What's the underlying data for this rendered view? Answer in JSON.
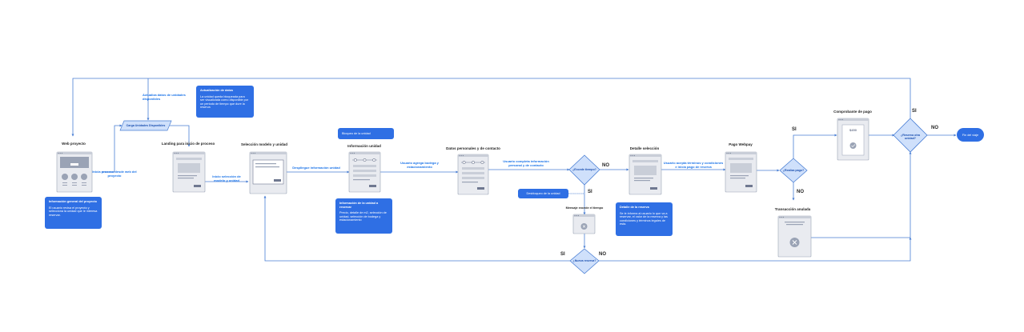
{
  "screens": {
    "web": "Web proyecto",
    "landing": "Landing para inicio de proceso",
    "seleccion": "Selección modelo y unidad",
    "info": "Información unidad",
    "datos": "Datos personales y de contacto",
    "detalle": "Detalle selección",
    "pago": "Pago Webpay",
    "comprobante": "Comprobante de pago",
    "transaccion": "Transacción anulada",
    "mensaje": "Mensaje excede el tiempo"
  },
  "notes": {
    "actualizacion": {
      "title": "Actualización de datos",
      "body": "La unidad queda bloqueada para ser visualizada como disponible por un periodo de tiempo que dure la reserva"
    },
    "info_general": {
      "title": "Información general del proyecto",
      "body": "El usuario revisa el proyecto y selecciona la unidad que le interesa reservar."
    },
    "info_reservar": {
      "title": "Información de la unidad a reservar",
      "body": "Precio, detalle de m2, selección de unidad, selección de bodega y estacionamiento"
    },
    "detalle_reserva": {
      "title": "Detalle de la reserva",
      "body": "Se le informa al usuario lo que va a reservar, el valor de la reserva y las condiciones y términos legales de esta."
    }
  },
  "pills": {
    "bloqueo": "Bloqueo de la unidad",
    "desbloqueo": "Desbloqueo de la unidad",
    "fin": "Fin del viaje"
  },
  "flow_labels": {
    "actualiza": "Actualiza datos de unidades disponibles",
    "inicia": "Inicia proceso desde web del proyecto",
    "inicio_sel": "Inicio selección de modelo y unidad",
    "despliegue": "Despliegue información unidad",
    "agrega": "Usuario agrega bodega y estacionamiento",
    "completa": "Usuario completa información personal y de contacto",
    "acepta": "Usuario acepta términos y condiciones e inicia pago de reserva",
    "carga": "Carga Unidades Disponibles"
  },
  "decisions": {
    "excede": "¿Excede tiempo?",
    "realiza": "¿Realiza pago?",
    "otra": "¿Reserva otra unidad?",
    "nueva": "¿Nueva reserva?"
  },
  "answers": {
    "si": "SI",
    "no": "NO"
  },
  "receipt_text": "$450",
  "colors": {
    "accent": "#2f6fe4",
    "line": "#4a7fd4",
    "screen": "#e6e8ee",
    "diamond": "#cfe0fb"
  }
}
